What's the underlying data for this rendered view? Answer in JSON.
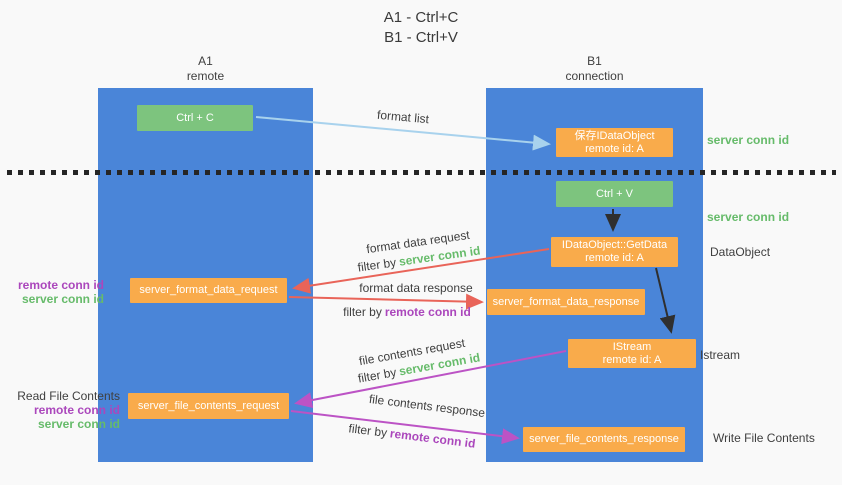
{
  "title": {
    "line1": "A1 - Ctrl+C",
    "line2": "B1 - Ctrl+V"
  },
  "lanes": {
    "left": {
      "title": "A1",
      "subtitle": "remote"
    },
    "right": {
      "title": "B1",
      "subtitle": "connection"
    }
  },
  "boxes": {
    "ctrl_c": {
      "label": "Ctrl + C"
    },
    "save_idataobject": {
      "line1": "保存IDataObject",
      "line2": "remote id: A"
    },
    "ctrl_v": {
      "label": "Ctrl + V"
    },
    "getdata": {
      "line1": "IDataObject::GetData",
      "line2": "remote id: A"
    },
    "format_request": {
      "label": "server_format_data_request"
    },
    "format_response": {
      "label": "server_format_data_response"
    },
    "istream": {
      "line1": "IStream",
      "line2": "remote id: A"
    },
    "file_request": {
      "label": "server_file_contents_request"
    },
    "file_response": {
      "label": "server_file_contents_response"
    }
  },
  "flow_labels": {
    "format_list": "format list",
    "format_data_request": "format data request",
    "format_data_response": "format data response",
    "file_contents_request": "file contents request",
    "file_contents_response": "file contents response",
    "filter_by": "filter by",
    "server_conn_id": "server conn id",
    "remote_conn_id": "remote conn id"
  },
  "side_labels": {
    "left_top": {
      "remote": "remote conn id",
      "server": "server conn id"
    },
    "left_bottom": {
      "title": "Read File Contents",
      "remote": "remote conn id",
      "server": "server conn id"
    },
    "right": {
      "server_conn_id_1": "server conn id",
      "server_conn_id_2": "server conn id",
      "dataobject": "DataObject",
      "istream": "Istream",
      "write_file": "Write File Contents"
    }
  },
  "colors": {
    "lane_blue": "#4a85d8",
    "box_green": "#7dc47e",
    "box_orange": "#f9ab4b",
    "arrow_light_blue": "#a8d2ed",
    "arrow_red": "#e96459",
    "arrow_magenta": "#bc53c5",
    "arrow_black": "#2f2f2f",
    "text_green": "#66bb6a",
    "text_purple": "#ab47bc",
    "text_dark": "#3f3f3f",
    "background": "#f9f9f9"
  }
}
